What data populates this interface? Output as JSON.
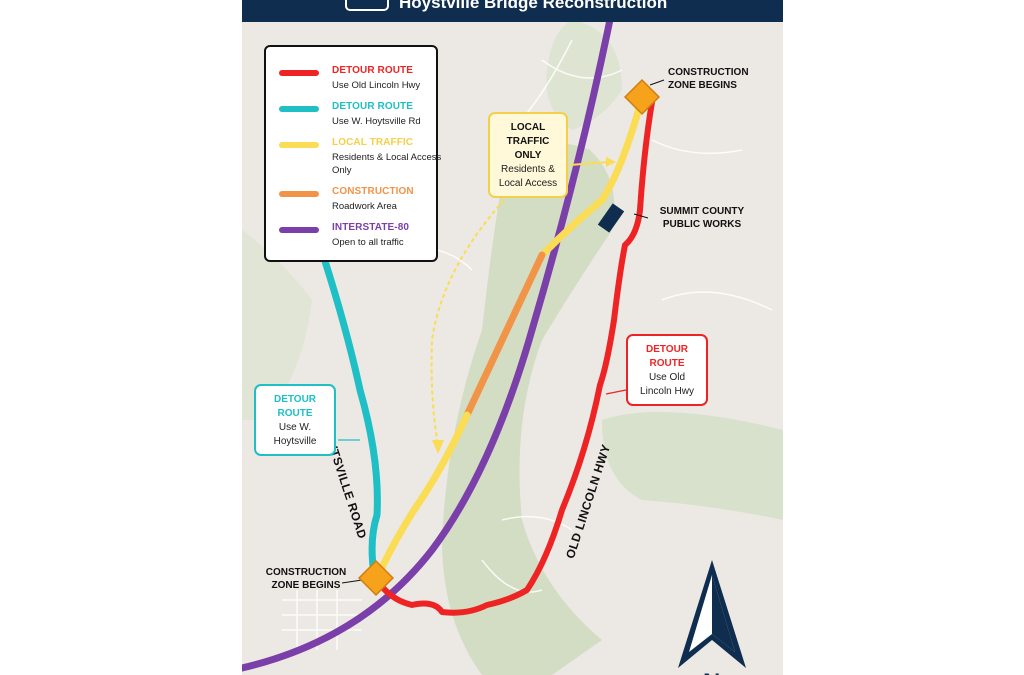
{
  "header": {
    "title": "Hoystville Bridge Reconstruction",
    "icon": "road-sign-icon",
    "background_color": "#0f2d4f"
  },
  "legend": [
    {
      "title": "DETOUR ROUTE",
      "subtitle": "Use Old Lincoln Hwy",
      "color": "#ee2424"
    },
    {
      "title": "DETOUR ROUTE",
      "subtitle": "Use W. Hoytsville Rd",
      "color": "#1fbfc6"
    },
    {
      "title": "LOCAL TRAFFIC",
      "subtitle": "Residents & Local Access Only",
      "color": "#fbdc55"
    },
    {
      "title": "CONSTRUCTION",
      "subtitle": "Roadwork Area",
      "color": "#f29448"
    },
    {
      "title": "INTERSTATE-80",
      "subtitle": "Open to all traffic",
      "color": "#7a3fa8"
    }
  ],
  "callouts": {
    "local_traffic": {
      "title": "LOCAL TRAFFIC ONLY",
      "subtitle": "Residents & Local Access",
      "border_color": "#f4cf4a",
      "background": "#fff8d9"
    },
    "red_detour": {
      "title": "DETOUR ROUTE",
      "subtitle": "Use Old Lincoln Hwy",
      "border_color": "#ee2424"
    },
    "teal_detour": {
      "title": "DETOUR ROUTE",
      "subtitle": "Use W. Hoytsville",
      "border_color": "#1fbfc6"
    }
  },
  "labels": {
    "construction_top": "CONSTRUCTION ZONE BEGINS",
    "construction_bottom": "CONSTRUCTION ZONE BEGINS",
    "public_works": "SUMMIT COUNTY PUBLIC WORKS"
  },
  "roads": {
    "west_hoytsville": "WEST HOYTSVILLE ROAD",
    "old_lincoln": "OLD LINCOLN HWY"
  },
  "icons": {
    "construction_marker": "diamond-warning-icon",
    "facility": "building-icon",
    "north_arrow": "north-arrow-icon",
    "north_letter": "N"
  },
  "colors": {
    "map_background": "#ece8e4",
    "green_area": "#cfdcc0",
    "marker": "#f7a21b",
    "navy": "#0f2d4f"
  }
}
